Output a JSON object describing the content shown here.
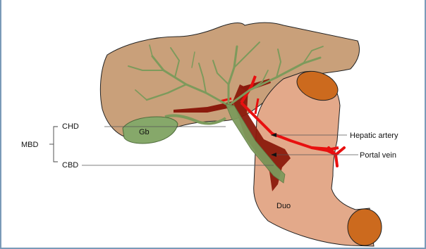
{
  "labels": {
    "gb": "Gb",
    "chd": "CHD",
    "mbd": "MBD",
    "cbd": "CBD",
    "duo": "Duo",
    "hepatic_artery": "Hepatic artery",
    "portal_vein": "Portal vein"
  },
  "colors": {
    "liver": "#c9a07a",
    "duodenum": "#e3a98a",
    "duodenum_end": "#cc6a1e",
    "bile_duct": "#7d9a5c",
    "gallbladder": "#86a86a",
    "artery": "#e8100f",
    "portal_vein": "#8b1a0c",
    "outline": "#222222"
  }
}
